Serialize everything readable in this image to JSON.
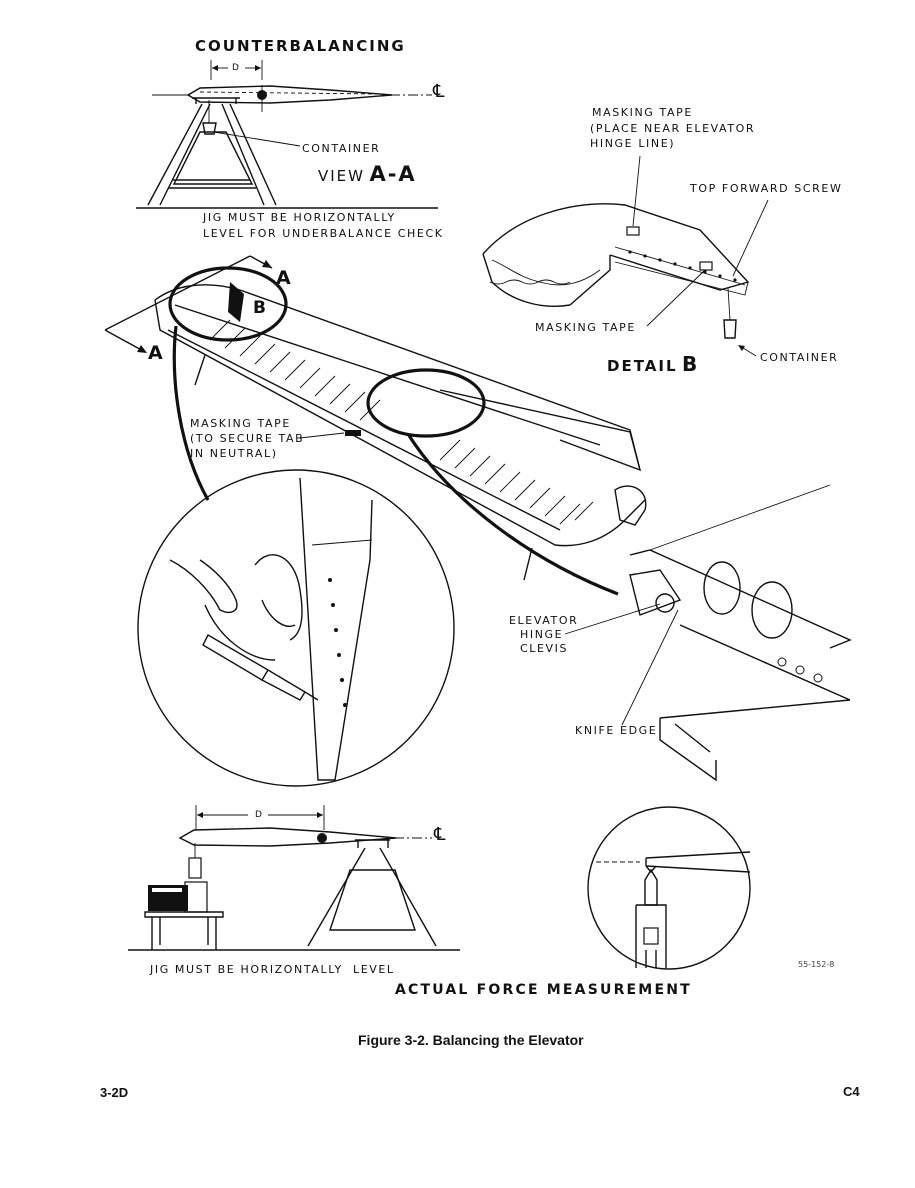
{
  "view_aa": {
    "title": "COUNTERBALANCING",
    "dim": "D",
    "centerline": "℄",
    "container": "CONTAINER",
    "view_name": "VIEW",
    "view_id": "A-A",
    "note_line1": "JIG MUST BE HORIZONTALLY",
    "note_line2": "LEVEL FOR UNDERBALANCE CHECK"
  },
  "detail_b": {
    "tape_line1": "MASKING TAPE",
    "tape_line2": "(PLACE NEAR ELEVATOR",
    "tape_line3": "HINGE LINE)",
    "screw": "TOP FORWARD SCREW",
    "tape_lower": "MASKING TAPE",
    "container": "CONTAINER",
    "detail_name": "DETAIL",
    "detail_id": "B"
  },
  "main": {
    "section_a_top": "A",
    "section_a_left": "A",
    "detail_marker": "B",
    "tab_tape_line1": "MASKING TAPE",
    "tab_tape_line2": "(TO SECURE TAB",
    "tab_tape_line3": "IN NEUTRAL)",
    "hinge_line1": "ELEVATOR",
    "hinge_line2": "HINGE",
    "hinge_line3": "CLEVIS",
    "knife_edge": "KNIFE EDGE"
  },
  "force": {
    "dim": "D",
    "centerline": "℄",
    "note": "JIG MUST BE HORIZONTALLY  LEVEL",
    "title": "ACTUAL FORCE MEASUREMENT",
    "ref": "55-152-8"
  },
  "caption": "Figure 3-2. Balancing the Elevator",
  "footer": {
    "page": "3-2D",
    "change": "C4"
  }
}
